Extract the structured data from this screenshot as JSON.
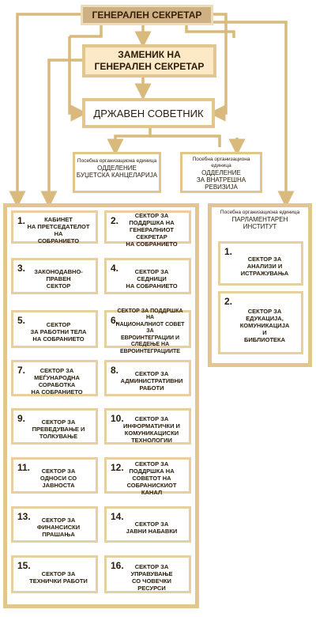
{
  "top": {
    "title": "ГЕНЕРАЛЕН СЕКРЕТАР"
  },
  "deputy": {
    "line1": "ЗАМЕНИК НА",
    "line2": "ГЕНЕРАЛЕН СЕКРЕТАР"
  },
  "advisor": {
    "title": "ДРЖАВЕН СОВЕТНИК"
  },
  "budget_unit": {
    "caption": "Посебна организациона единица",
    "line1": "ОДДЕЛЕНИЕ",
    "line2": "БУЏЕТСКА КАНЦЕЛАРИЈА"
  },
  "audit_unit": {
    "caption": "Посебна организациона единица",
    "line1": "ОДДЕЛЕНИЕ",
    "line2": "ЗА ВНАТРЕШНА",
    "line3": "РЕВИЗИЈА"
  },
  "sectors": [
    {
      "num": "1.",
      "label": "КАБИНЕТ\nНА ПРЕТСЕДАТЕЛОТ НА\nСОБРАНИЕТО"
    },
    {
      "num": "2.",
      "label": "СЕКТОР ЗА\nПОДДРШКА НА\nГЕНЕРАЛНИОТ СЕКРЕТАР\nНА СОБРАНИЕТО"
    },
    {
      "num": "3.",
      "label": "ЗАКОНОДАВНО-ПРАВЕН\nСЕКТОР"
    },
    {
      "num": "4.",
      "label": "СЕКТОР ЗА\nСЕДНИЦИ\nНА СОБРАНИЕТО"
    },
    {
      "num": "5.",
      "label": "СЕКТОР\nЗА РАБОТНИ ТЕЛА\nНА СОБРАНИЕТО"
    },
    {
      "num": "6.",
      "label": "СЕКТОР ЗА ПОДДРШКА НА\nНАЦИОНАЛНИОТ СОВЕТ ЗА\nЕВРОИНТЕГРАЦИИ И\nСЛЕДЕЊЕ НА\nЕВРОИНТЕГРАЦИИТЕ"
    },
    {
      "num": "7.",
      "label": "СЕКТОР ЗА\nМЕЃУНАРОДНА СОРАБОТКА\nНА СОБРАНИЕТО"
    },
    {
      "num": "8.",
      "label": "СЕКТОР ЗА\nАДМИНИСТРАТИВНИ\nРАБОТИ"
    },
    {
      "num": "9.",
      "label": "СЕКТОР ЗА\nПРЕВЕДУВАЊЕ И\nТОЛКУВАЊЕ"
    },
    {
      "num": "10.",
      "label": "СЕКТОР ЗА\nИНФОРМАТИЧКИ И\nКОМУНИКАЦИСКИ\nТЕХНОЛОГИИ"
    },
    {
      "num": "11.",
      "label": "СЕКТОР ЗА\nОДНОСИ СО ЈАВНОСТА"
    },
    {
      "num": "12.",
      "label": "СЕКТОР ЗА\nПОДДРШКА НА\nСОВЕТОТ НА\nСОБРАНИСКИОТ КАНАЛ"
    },
    {
      "num": "13.",
      "label": "СЕКТОР ЗА\nФИНАНСИСКИ ПРАШАЊА"
    },
    {
      "num": "14.",
      "label": "СЕКТОР ЗА\nЈАВНИ НАБАВКИ"
    },
    {
      "num": "15.",
      "label": "СЕКТОР ЗА\nТЕХНИЧКИ РАБОТИ"
    },
    {
      "num": "16.",
      "label": "СЕКТОР ЗА\nУПРАВУВАЊЕ\nСО ЧОВЕЧКИ РЕСУРСИ"
    }
  ],
  "institute": {
    "caption": "Посебна организациона единица",
    "line1": "ПАРЛАМЕНТАРЕН",
    "line2": "ИНСТИТУТ",
    "units": [
      {
        "num": "1.",
        "label": "СЕКТОР ЗА\nАНАЛИЗИ И\nИСТРАЖУВАЊА"
      },
      {
        "num": "2.",
        "label": "СЕКТОР ЗА\nЕДУКАЦИЈА,\nКОМУНИКАЦИЈА\nИ\nБИБЛИОТЕКА"
      }
    ]
  },
  "colors": {
    "line": "#d9b97c",
    "top_fill": "#cdb084",
    "deputy_fill": "#fde9c6"
  }
}
